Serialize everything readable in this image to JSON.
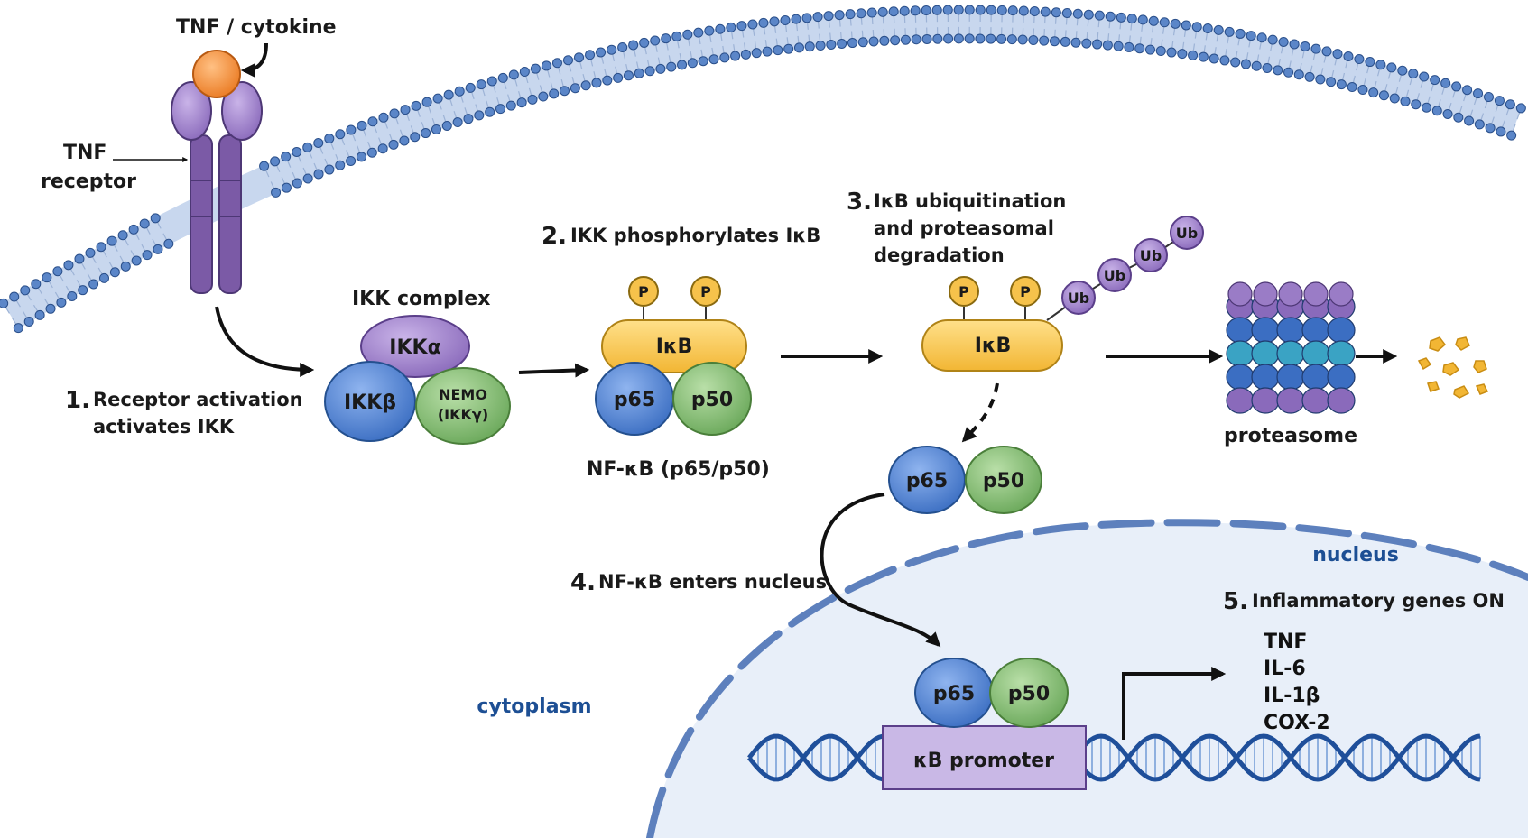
{
  "ligand_label": "TNF / cytokine",
  "receptor_label_line1": "TNF",
  "receptor_label_line2": "receptor",
  "ikk_complex_label": "IKK complex",
  "ikk_alpha": "IKKα",
  "ikk_beta": "IKKβ",
  "nemo_line1": "NEMO",
  "nemo_line2": "(IKKγ)",
  "phospho_symbol": "P",
  "ikb": "IκB",
  "p65": "p65",
  "p50": "p50",
  "nfkb_label": "NF-κB (p65/p50)",
  "ub": "Ub",
  "proteasome_label": "proteasome",
  "nucleus_label": "nucleus",
  "cytoplasm_label": "cytoplasm",
  "promoter_label": "κB promoter",
  "steps": {
    "s1": {
      "num": "1.",
      "line1": "Receptor activation",
      "line2": "activates IKK"
    },
    "s2": {
      "num": "2.",
      "line1": "IKK phosphorylates IκB"
    },
    "s3": {
      "num": "3.",
      "line1": "IκB ubiquitination",
      "line2": "and proteasomal",
      "line3": "degradation"
    },
    "s4": {
      "num": "4.",
      "line1": "NF-κB enters nucleus"
    },
    "s5": {
      "num": "5.",
      "line1": "Inflammatory genes ON"
    }
  },
  "genes": [
    "TNF",
    "IL-6",
    "IL-1β",
    "COX-2"
  ],
  "colors": {
    "receptor": "#7b5aa6",
    "ligand": "#f08a2e",
    "ikk_alpha": "#9a7cc6",
    "ikk_beta": "#4a7fd0",
    "nemo": "#7cb86a",
    "ikb": "#f6c24b",
    "p65": "#4a7fd0",
    "p50": "#7cb86a",
    "ubiquitin": "#9a7cc6",
    "nucleus": "#e8eff9",
    "region_text": "#1d4f94",
    "dna": "#1f4f9a",
    "promoter": "#c9b8e6"
  }
}
